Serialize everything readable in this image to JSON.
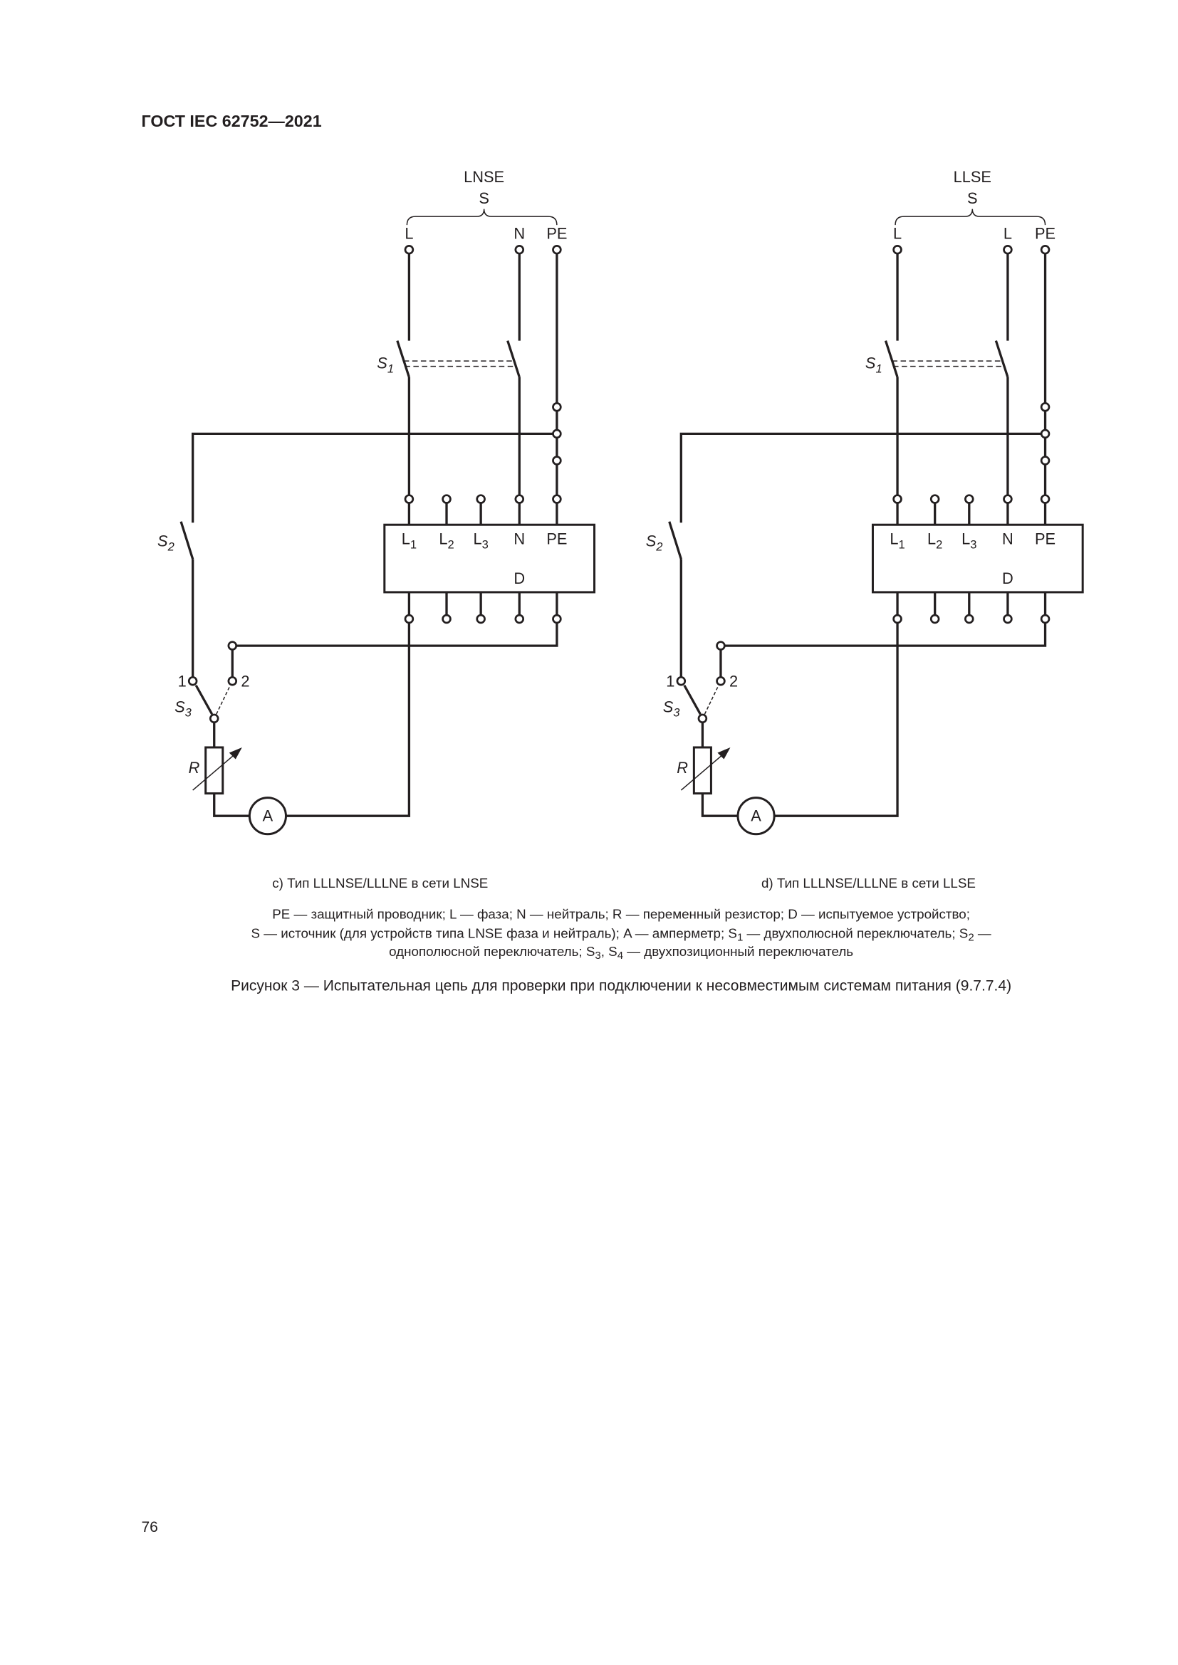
{
  "header": {
    "title": "ГОСТ IEC 62752—2021"
  },
  "diagrams": [
    {
      "source_type": "LNSE",
      "source_label": "S",
      "source_terminals": [
        "L",
        "N",
        "PE"
      ],
      "caption": "c) Тип LLLNSE/LLLNE в сети LNSE"
    },
    {
      "source_type": "LLSE",
      "source_label": "S",
      "source_terminals": [
        "L",
        "L",
        "PE"
      ],
      "caption": "d)  Тип LLLNSE/LLLNE в сети LLSE"
    }
  ],
  "device": {
    "label": "D",
    "terminals": [
      {
        "base": "L",
        "sub": "1"
      },
      {
        "base": "L",
        "sub": "2"
      },
      {
        "base": "L",
        "sub": "3"
      },
      {
        "base": "N",
        "sub": ""
      },
      {
        "base": "PE",
        "sub": ""
      }
    ]
  },
  "components": {
    "s1": {
      "base": "S",
      "sub": "1"
    },
    "s2": {
      "base": "S",
      "sub": "2"
    },
    "s3": {
      "base": "S",
      "sub": "3"
    },
    "pos1": "1",
    "pos2": "2",
    "resistor": "R",
    "ammeter": "A"
  },
  "legend": {
    "line1": "PE — защитный проводник; L — фаза; N — нейтраль; R — переменный резистор; D — испытуемое устройство;",
    "line2": [
      {
        "t": "S — источник (для устройств типа LNSE фаза и нейтраль); A — амперметр; S"
      },
      {
        "t": "1",
        "sub": true
      },
      {
        "t": " — двухполюсной переключатель; S"
      },
      {
        "t": "2",
        "sub": true
      },
      {
        "t": " —"
      }
    ],
    "line3": [
      {
        "t": "однополюсной переключатель; S"
      },
      {
        "t": "3",
        "sub": true
      },
      {
        "t": ", S"
      },
      {
        "t": "4",
        "sub": true
      },
      {
        "t": " — двухпозиционный переключатель"
      }
    ]
  },
  "figure_title": "Рисунок 3 — Испытательная цепь для проверки при подключении к несовместимым системам питания (9.7.7.4)",
  "page_number": "76"
}
